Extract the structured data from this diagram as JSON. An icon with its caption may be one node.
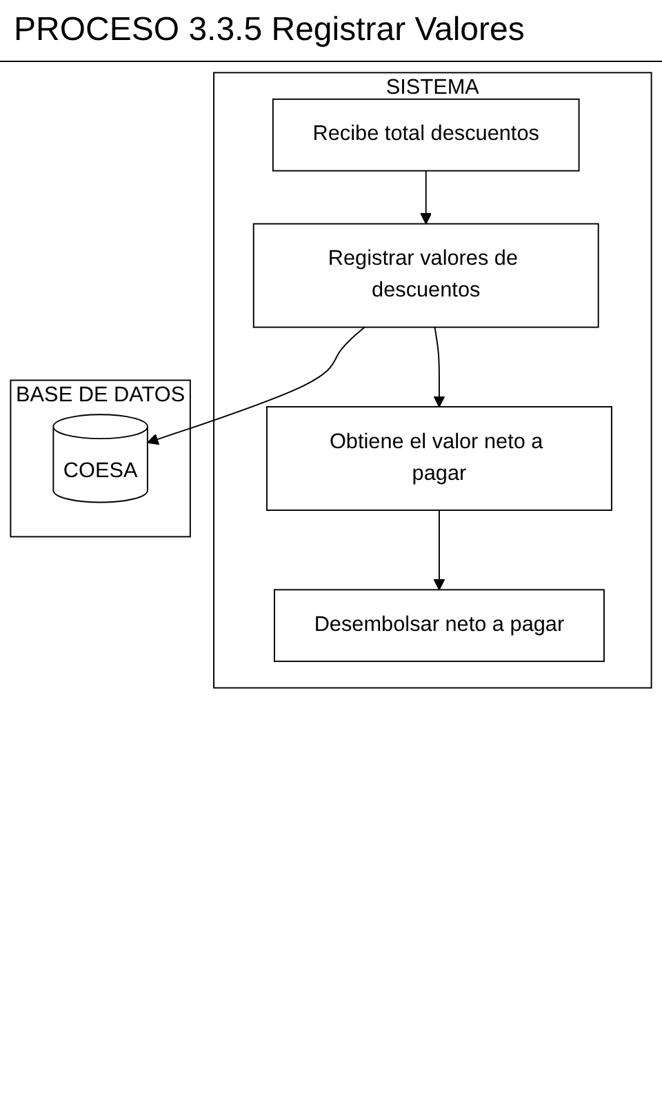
{
  "diagram": {
    "title": "PROCESO 3.3.5 Registrar Valores",
    "nodes": [
      {
        "text": [
          "SISTEMA"
        ]
      },
      {
        "text": [
          "Recibe total descuentos"
        ],
        "in": 0
      },
      {
        "text": [
          "Registrar valores de descuentos"
        ],
        "in": 0
      },
      {
        "text": [
          "Obtiene el valor neto a pagar"
        ],
        "in": 0
      },
      {
        "text": [
          "Desembolsar neto a pagar"
        ],
        "in": 0
      },
      {
        "text": [
          "BASE DE DATOS"
        ]
      },
      {
        "text": [
          "COESA"
        ],
        "in": 5
      }
    ],
    "edges": [
      {
        "from": 1,
        "to": 2,
        "arrow": "to"
      },
      {
        "from": 2,
        "to": 3,
        "arrow": "to"
      },
      {
        "from": 3,
        "to": 4,
        "arrow": "to"
      },
      {
        "from": 2,
        "to": 6,
        "arrow": "to"
      }
    ]
  }
}
